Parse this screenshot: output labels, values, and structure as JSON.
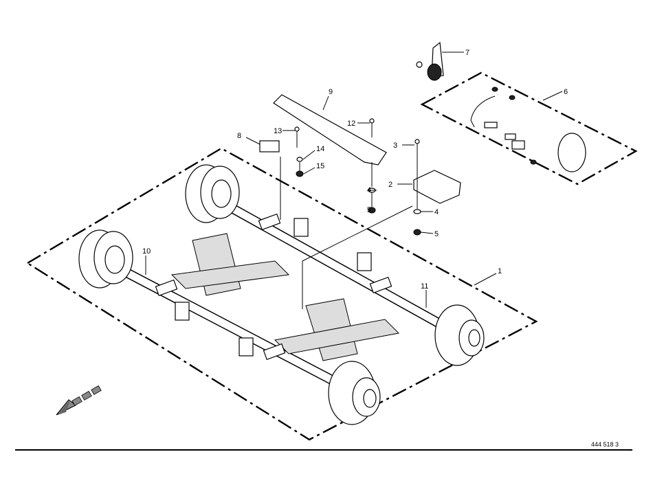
{
  "diagram": {
    "callouts": [
      "1",
      "2",
      "3",
      "4",
      "5",
      "4",
      "5",
      "6",
      "7",
      "8",
      "9",
      "10",
      "11",
      "12",
      "13",
      "14",
      "15"
    ],
    "drawing_number": "444 518 3"
  }
}
